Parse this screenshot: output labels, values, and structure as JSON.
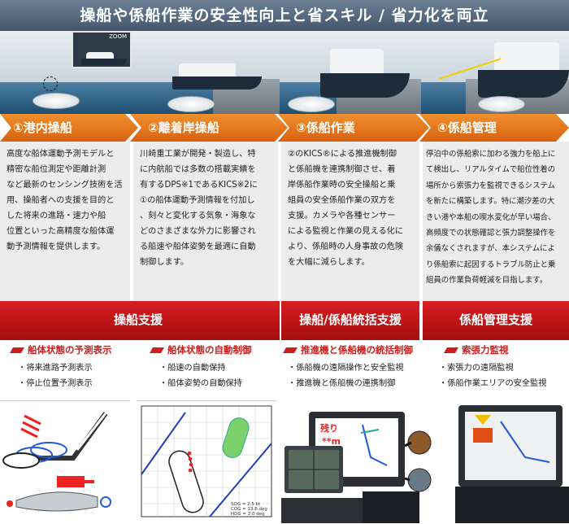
{
  "banner": {
    "title": "操船や係船作業の安全性向上と省スキル / 省力化を両立"
  },
  "photo1": {
    "inset_label": "ZOOM"
  },
  "steps": [
    {
      "label": "①港内操船"
    },
    {
      "label": "②離着岸操船"
    },
    {
      "label": "③係船作業"
    },
    {
      "label": "④係船管理"
    }
  ],
  "descriptions": [
    {
      "lines": [
        "高度な船体運動予測モデルと",
        "精密な船位測定や距離計測",
        "など最新のセンシング技術を活",
        "用、操船者への支援を目的と",
        "した将来の進路・速力や船",
        "位置といった高精度な船体運",
        "動予測情報を提供します。"
      ]
    },
    {
      "lines": [
        "川崎重工業が開発・製造し、特",
        "に内航船では多数の搭載実績を",
        "有するDPS※1であるKICS※2に",
        "①の船体運動予測情報を付加し",
        "、刻々と変化する気象・海象な",
        "どのさまざまな外力に影響され",
        "る船速や船体姿勢を最適に自動",
        "制御します。"
      ]
    },
    {
      "lines": [
        "②のKICS®による推進機制御",
        "と係船機を連携制御させ、着",
        "岸係船作業時の安全操船と乗",
        "組員の安全係船作業の双方を",
        "支援。カメラや各種センサー",
        "による監視と作業の見える化に",
        "より、係船時の人身事故の危険",
        "を大幅に減らします。"
      ]
    },
    {
      "lines": [
        "停泊中の係船索に加わる強力を船上に",
        "て検出し、リアルタイムで船位性着の",
        "場所から索張力を監視できるシステム",
        "を新たに構築します。特に潮汐差の大",
        "きい港や本船の喫水変化が早い場合、",
        "高頻度での状態確認と張力調整操作を",
        "余儀なくされますが、本システムによ",
        "り係船索に起因するトラブル防止と乗",
        "組員の作業負荷軽減を目指します。"
      ]
    }
  ],
  "bands": [
    {
      "title": "操船支援"
    },
    {
      "title": "操船/係船統括支援"
    },
    {
      "title": "係船管理支援"
    }
  ],
  "groups": [
    {
      "heading": "船体状態の予測表示",
      "items": [
        "将来進路予測表示",
        "停止位置予測表示"
      ]
    },
    {
      "heading": "船体状態の自動制御",
      "items": [
        "船速の自動保持",
        "船体姿勢の自動保持"
      ]
    },
    {
      "heading": "推進機と係船機の統括制御",
      "items": [
        "係船機の遠隔操作と安全監視",
        "推進機と係船機の連携制御"
      ]
    },
    {
      "heading": "索張力監視",
      "items": [
        "索張力の遠隔監視",
        "係船作業エリアの安全監視"
      ]
    }
  ],
  "images": {
    "monitor_label": "残り",
    "monitor_value": "**m",
    "plot_readout": [
      "SOG = 2.5 kt",
      "COG = 13.6 deg",
      "HDG = 2.0 deg"
    ]
  },
  "colors": {
    "orange": "#e8791f",
    "red": "#c9272a",
    "navy": "#44566b"
  }
}
